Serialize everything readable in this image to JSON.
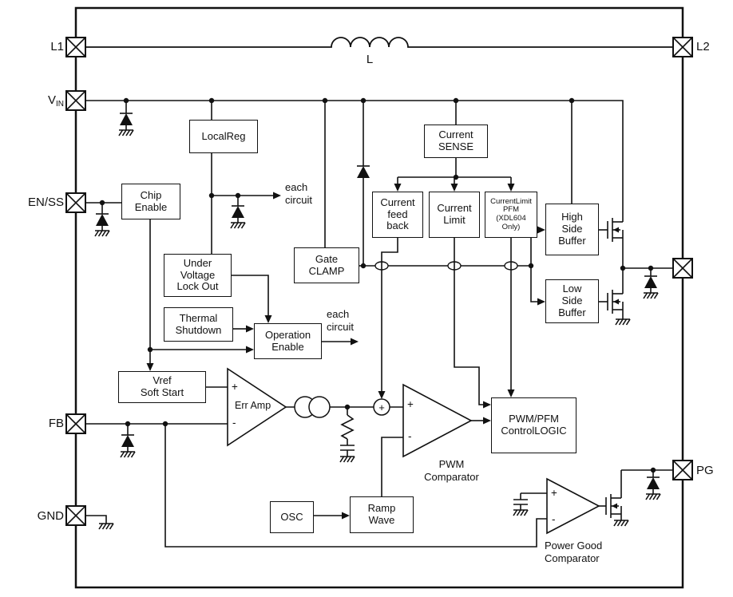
{
  "pins": {
    "l1": "L1",
    "vin_main": "V",
    "vin_sub": "IN",
    "en_ss": "EN/SS",
    "fb": "FB",
    "gnd": "GND",
    "l2": "L2",
    "pg": "PG"
  },
  "blocks": {
    "local_reg": "LocalReg",
    "chip_enable": "Chip\nEnable",
    "current_sense": "Current\nSENSE",
    "current_feedback": "Current\nfeed\nback",
    "current_limit": "Current\nLimit",
    "current_limit_pfm": "CurrentLimit\nPFM\n(XDL604\nOnly)",
    "high_side_buffer": "High\nSide\nBuffer",
    "low_side_buffer": "Low\nSide\nBuffer",
    "gate_clamp": "Gate\nCLAMP",
    "uvlo": "Under\nVoltage\nLock Out",
    "thermal_shutdown": "Thermal\nShutdown",
    "operation_enable": "Operation\nEnable",
    "vref_soft_start": "Vref\nSoft Start",
    "pwm_pfm_logic": "PWM/PFM\nControlLOGIC",
    "osc": "OSC",
    "ramp_wave": "Ramp\nWave"
  },
  "labels": {
    "inductor": "L",
    "each_circuit_1": "each\ncircuit",
    "each_circuit_2": "each\ncircuit",
    "err_amp": "Err Amp",
    "pwm_comparator": "PWM\nComparator",
    "power_good_comparator": "Power Good\nComparator"
  },
  "symbols": {
    "plus": "+",
    "minus": "-"
  }
}
